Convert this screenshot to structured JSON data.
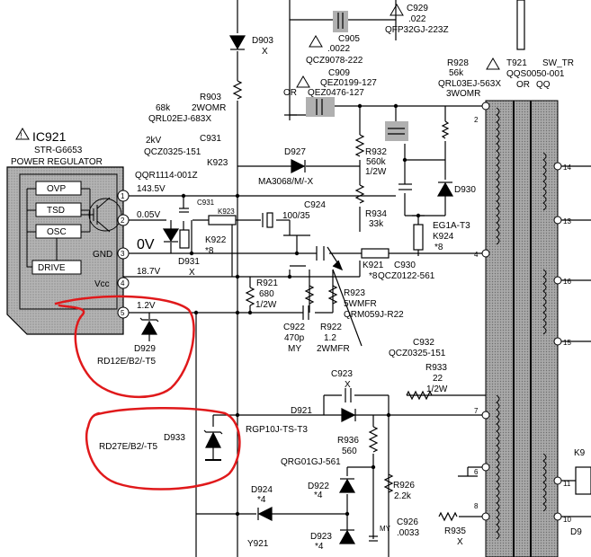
{
  "ic": {
    "title": "IC921",
    "part": "STR-G6653",
    "name": "POWER REGULATOR",
    "blocks": [
      "OVP",
      "TSD",
      "OSC",
      "DRIVE"
    ],
    "pins": [
      "1",
      "2",
      "3",
      "4",
      "5"
    ],
    "pin_labels": [
      "GND",
      "Vcc"
    ]
  },
  "voltages": [
    "143.5V",
    "0.05V",
    "0V",
    "18.7V",
    "1.2V"
  ],
  "components": {
    "d903": [
      "D903",
      "X"
    ],
    "c905": [
      "C905",
      ".0022",
      "QCZ9078-222"
    ],
    "c909": [
      "C909",
      "QEZ0199-127",
      "OR",
      "QEZ0476-127"
    ],
    "c929": [
      "C929",
      ".022",
      "QFP32GJ-223Z"
    ],
    "r928": [
      "R928",
      "56k",
      "QRL03EJ-563X",
      "3WOMR"
    ],
    "t921": [
      "T921",
      "SW_TR",
      "QQS0050-001",
      "OR",
      "QQ"
    ],
    "r903": [
      "68k",
      "R903",
      "2WOMR",
      "QRL02EJ-683X"
    ],
    "c931": [
      "2kV",
      "C931",
      "QCZ0325-151",
      "K923",
      "QQR1114-001Z"
    ],
    "d927": [
      "D927",
      "MA3068/M/-X"
    ],
    "r932": [
      "R932",
      "560k",
      "1/2W"
    ],
    "r934": [
      "R934",
      "33k"
    ],
    "d930": [
      "D930",
      "EG1A-T3"
    ],
    "k924": [
      "K924",
      "*8"
    ],
    "c924": [
      "C924",
      "100/35"
    ],
    "k922": [
      "K922",
      "*8"
    ],
    "d931": [
      "D931",
      "X"
    ],
    "k921": [
      "K921",
      "*8"
    ],
    "c930": [
      "C930",
      "QCZ0122-561"
    ],
    "r921": [
      "R921",
      "680",
      "1/2W"
    ],
    "r923": [
      "R923",
      "5WMFR",
      "QRM059J-R22"
    ],
    "c922": [
      "C922",
      "470p",
      "MY"
    ],
    "r922": [
      "R922",
      "1.2",
      "2WMFR"
    ],
    "c932": [
      "C932",
      "QCZ0325-151"
    ],
    "d929": [
      "D929",
      "RD12E/B2/-T5"
    ],
    "c923": [
      "C923",
      "X"
    ],
    "r933": [
      "R933",
      "22",
      "1/2W"
    ],
    "d921": [
      "D921",
      "RGP10J-TS-T3"
    ],
    "d933": [
      "D933",
      "RD27E/B2/-T5"
    ],
    "r936": [
      "R936",
      "560",
      "QRG01GJ-561"
    ],
    "d924": [
      "D924",
      "*4"
    ],
    "d922": [
      "D922",
      "*4"
    ],
    "r926": [
      "R926",
      "2.2k"
    ],
    "c926": [
      "C926",
      ".0033",
      "MY"
    ],
    "r935": [
      "R935",
      "X"
    ],
    "d923": [
      "D923",
      "*4"
    ],
    "y921": [
      "Y921"
    ],
    "k9_right": [
      "K9"
    ],
    "d9_right": [
      "D9"
    ],
    "c931_small": [
      "C931"
    ],
    "k923_small": [
      "K923"
    ]
  },
  "transformer_pins": [
    "2",
    "14",
    "13",
    "4",
    "16",
    "15",
    "7",
    "6",
    "8",
    "11",
    "10"
  ],
  "colors": {
    "ink": "#000000",
    "ic_fill": "#a3a3a3",
    "transformer_fill": "#a8a8a8",
    "annotation": "#e0191b",
    "highlight": "#b0b0b0"
  }
}
